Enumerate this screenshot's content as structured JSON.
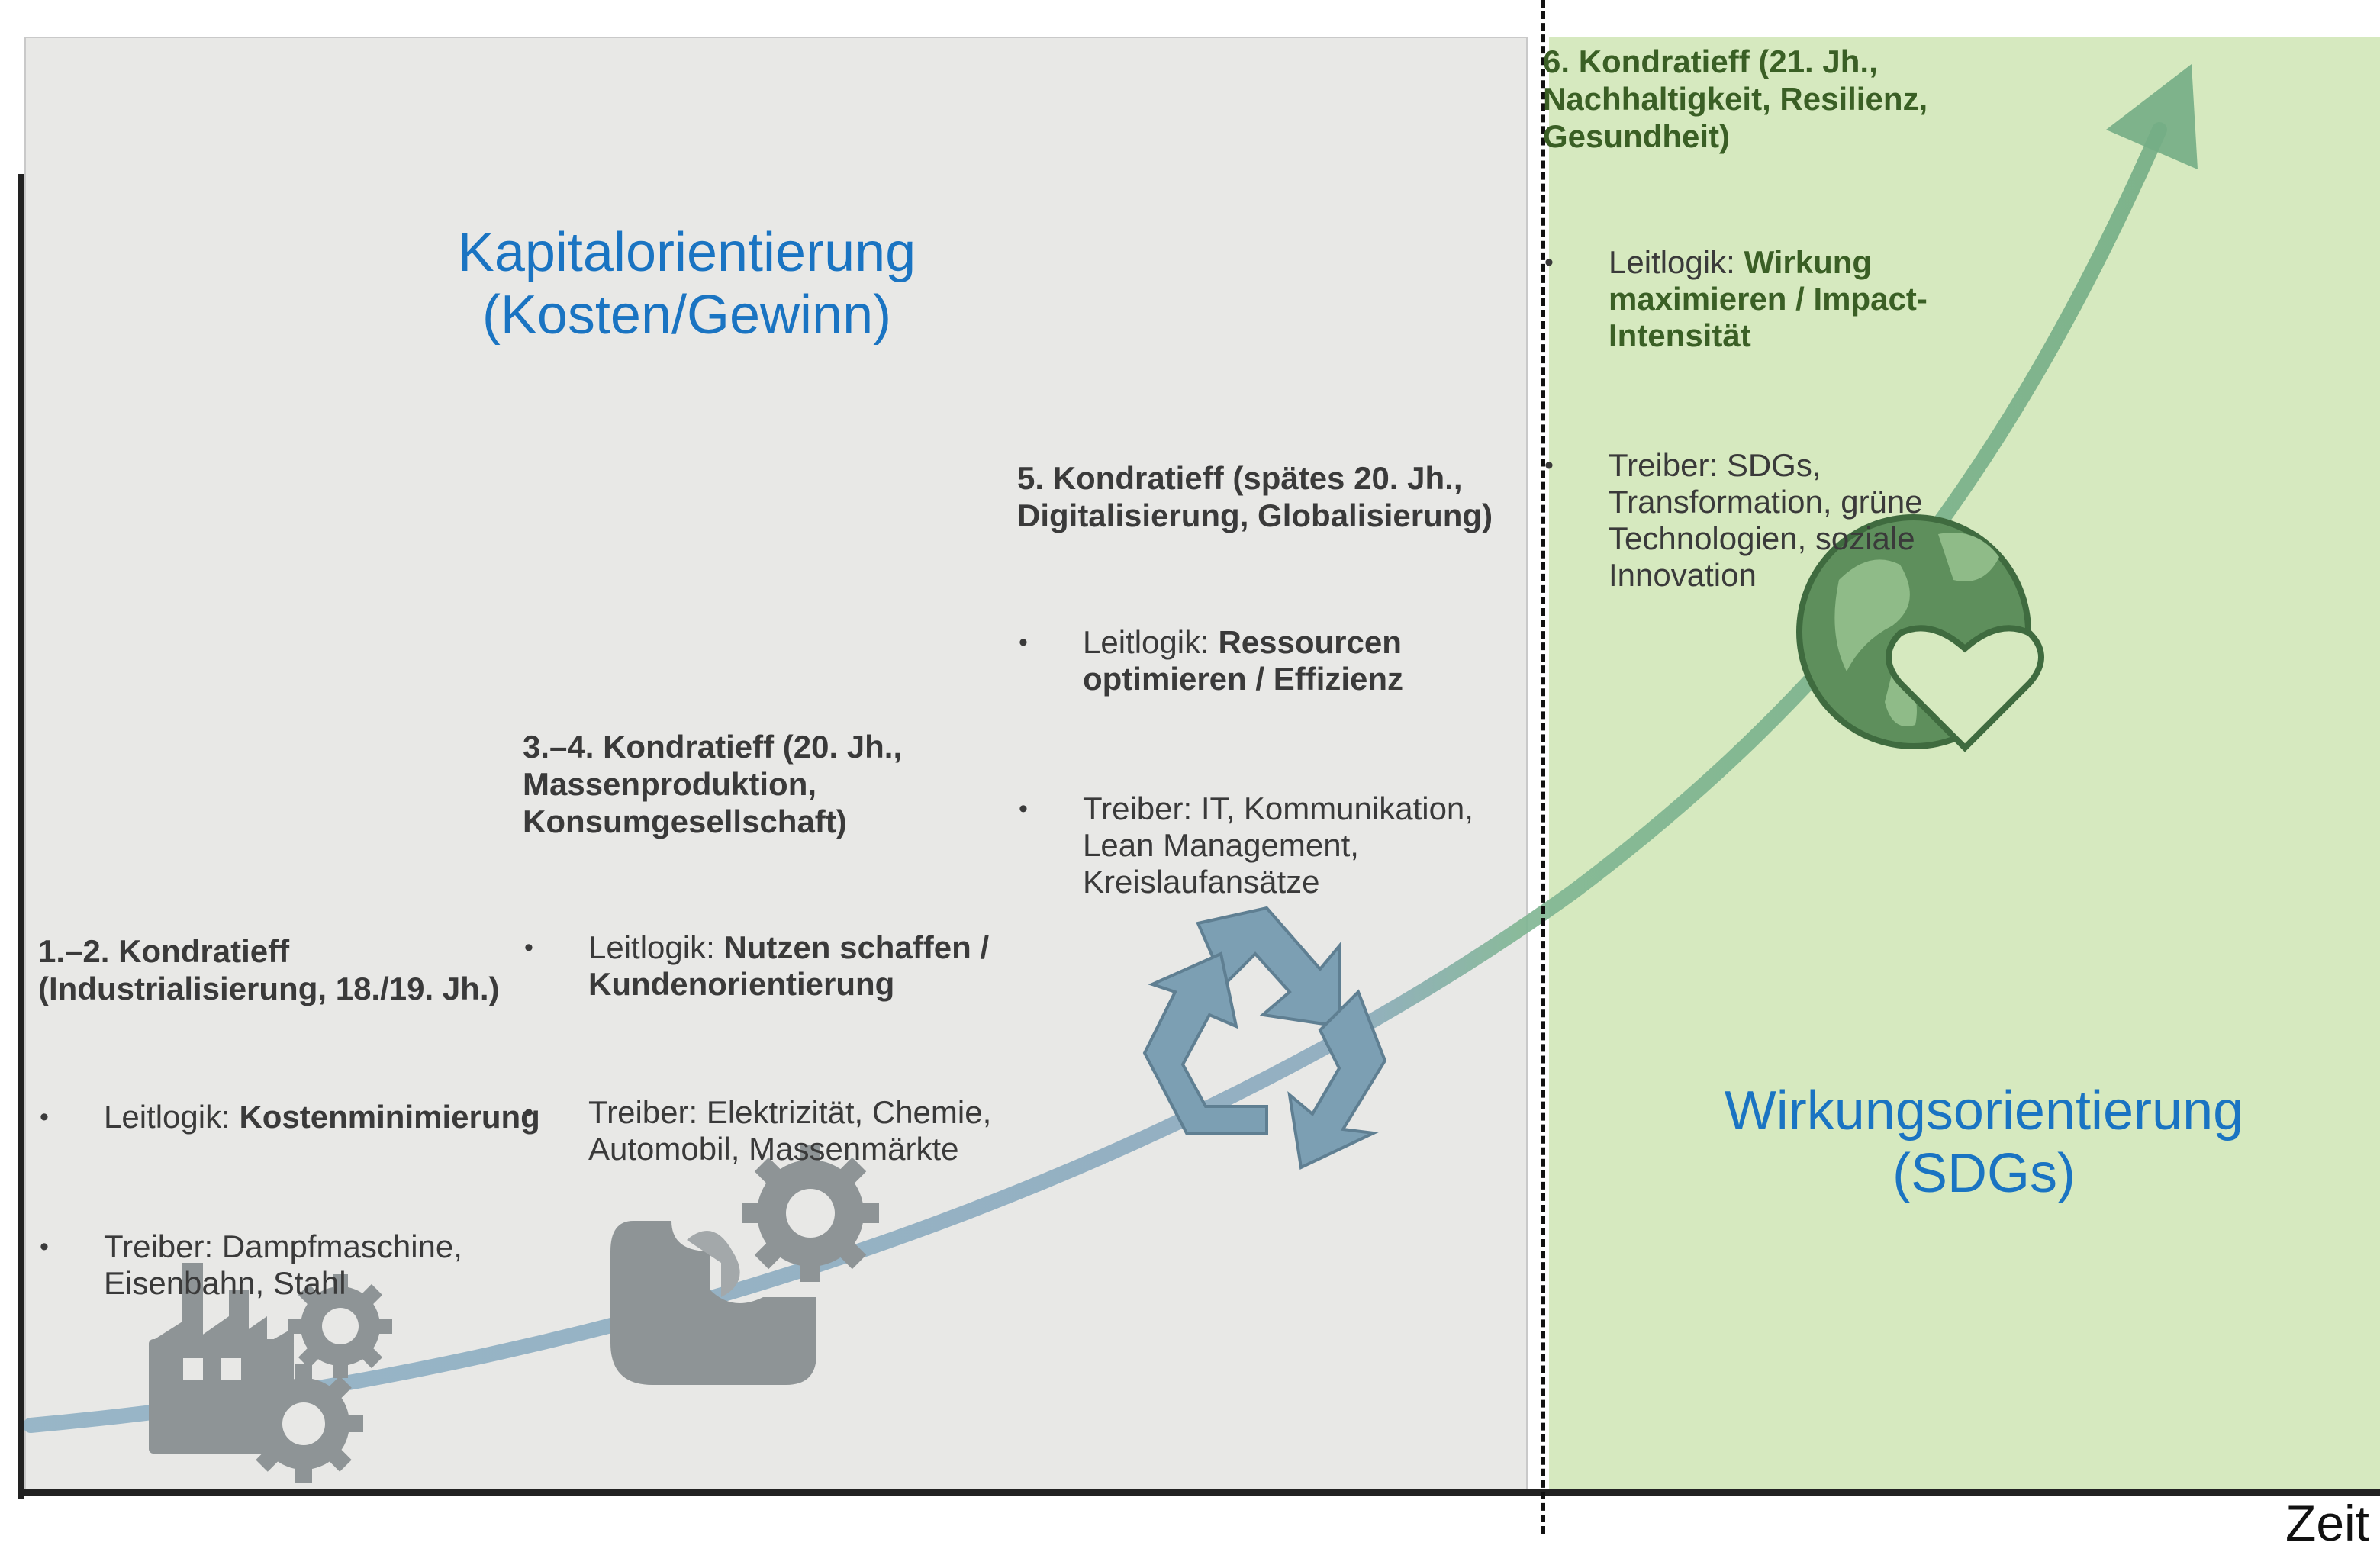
{
  "regions": {
    "left_title_line1": "Kapitalorientierung",
    "left_title_line2": "(Kosten/Gewinn)",
    "right_title_line1": "Wirkungsorientierung",
    "right_title_line2": "(SDGs)"
  },
  "axis": {
    "x_label": "Zeit"
  },
  "phases": [
    {
      "title_line1": "1.–2. Kondratieff",
      "title_line2": "(Industrialisierung, 18./19. Jh.)",
      "logic_label": "Leitlogik: ",
      "logic_value": "Kostenminimierung",
      "driver_line1": "Treiber: Dampfmaschine,",
      "driver_line2": "Eisenbahn, Stahl",
      "icon": "factory-with-gears-icon"
    },
    {
      "title_line1": "3.–4. Kondratieff (20. Jh.,",
      "title_line2": "Massenproduktion,",
      "title_line3": "Konsumgesellschaft)",
      "logic_label": "Leitlogik: ",
      "logic_value_line1": "Nutzen schaffen /",
      "logic_value_line2": "Kundenorientierung",
      "driver_line1": "Treiber: Elektrizität, Chemie,",
      "driver_line2": "Automobil, Massenmärkte",
      "icon": "puzzle-head-gear-icon"
    },
    {
      "title_line1": "5. Kondratieff (spätes 20. Jh.,",
      "title_line2": "Digitalisierung, Globalisierung)",
      "logic_label": "Leitlogik: ",
      "logic_value_line1": "Ressourcen",
      "logic_value_line2": "optimieren / Effizienz",
      "driver_line1": "Treiber: IT, Kommunikation,",
      "driver_line2": "Lean Management,",
      "driver_line3": "Kreislaufansätze",
      "icon": "recycle-icon"
    },
    {
      "title_line1": "6. Kondratieff (21. Jh.,",
      "title_line2": "Nachhaltigkeit, Resilienz,",
      "title_line3": "Gesundheit)",
      "logic_label": "Leitlogik: ",
      "logic_value_line1": "Wirkung",
      "logic_value_line2": "maximieren / Impact-",
      "logic_value_line3": "Intensität",
      "driver_line1": "Treiber: SDGs,",
      "driver_line2": "Transformation, grüne",
      "driver_line3": "Technologien, soziale",
      "driver_line4": "Innovation",
      "icon": "globe-heart-icon"
    }
  ],
  "bullet_char": "•",
  "colors": {
    "left_panel": "#e8e8e6",
    "right_panel": "#d6e9bf",
    "title_blue": "#1a74c2",
    "curve_blue": "#8aa9bd",
    "curve_green": "#7cb48a",
    "icon_gray": "#8e9496",
    "icon_blue": "#7c9fb3",
    "icon_green": "#5a8a57"
  }
}
